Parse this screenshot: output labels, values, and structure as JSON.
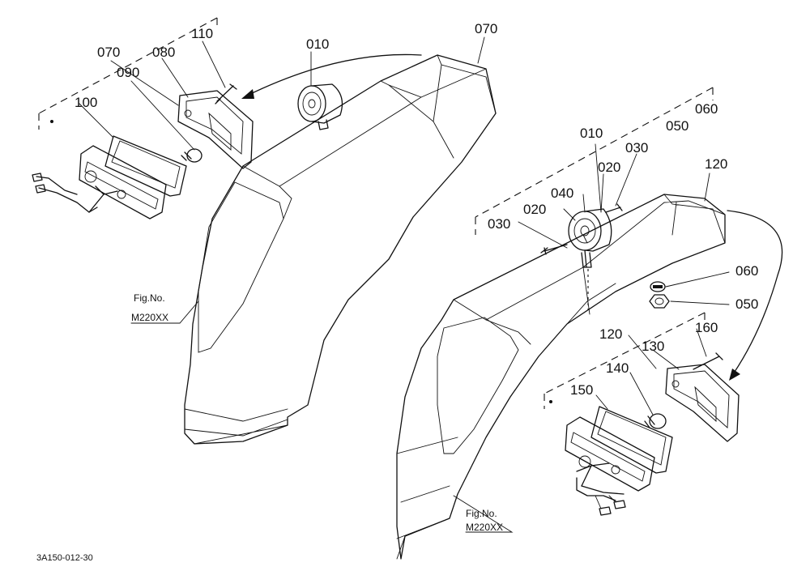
{
  "parts": {
    "left": {
      "p070_a": "070",
      "p110": "110",
      "p010": "010",
      "p070_b": "070",
      "p080": "080",
      "p090": "090",
      "p100": "100"
    },
    "right": {
      "p010": "010",
      "p050": "050",
      "p060": "060",
      "p030_a": "030",
      "p020_a": "020",
      "p040": "040",
      "p020_b": "020",
      "p030_b": "030",
      "p120_a": "120",
      "p060_b": "060",
      "p050_b": "050",
      "p120_b": "120",
      "p160": "160",
      "p130": "130",
      "p140": "140",
      "p150": "150"
    }
  },
  "figure_refs": {
    "left": {
      "line1": "Fig.No.",
      "line2": "M220XX"
    },
    "right": {
      "line1": "Fig.No.",
      "line2": "M220XX"
    }
  },
  "drawing_code": "3A150-012-30"
}
